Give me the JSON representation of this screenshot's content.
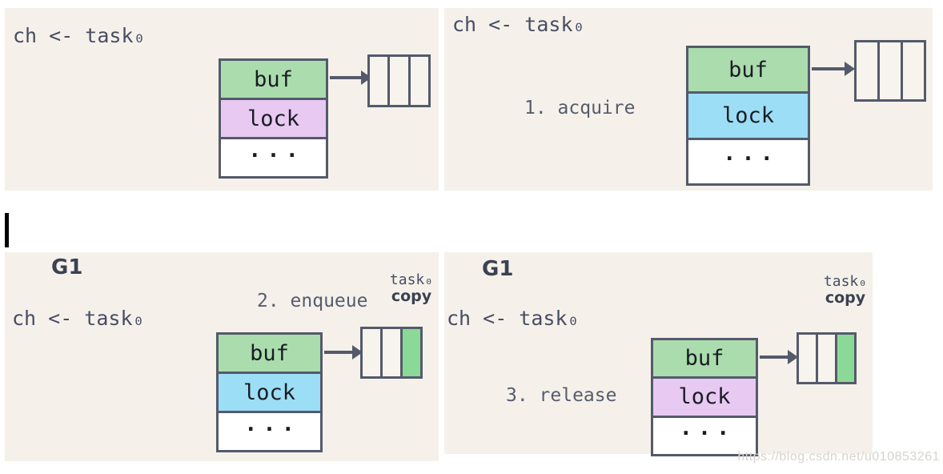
{
  "colors": {
    "page_bg": "#ffffff",
    "panel_bg": "#f5f1ea",
    "border": "#545a6b",
    "buf_green": "#abdcad",
    "lock_purple": "#e7c9f2",
    "lock_blue": "#9cdef5",
    "cell_empty": "#f7f3ed",
    "cell_filled": "#8bd996",
    "code_text": "#474d63",
    "label_text": "#565c6e",
    "heading_text": "#3a4152",
    "watermark_text": "#d7d4cf",
    "cursor": "#000000"
  },
  "watermark": {
    "text": "https://blog.csdn.net/u010853261"
  },
  "panels": [
    {
      "code": "ch <- task₀",
      "struct": {
        "rows": [
          {
            "label": "buf",
            "fill": "#abdcad"
          },
          {
            "label": "lock",
            "fill": "#e7c9f2"
          },
          {
            "label": "...",
            "fill": "#ffffff"
          }
        ]
      },
      "buffer": {
        "cells": [
          {
            "fill": "#f7f3ed"
          },
          {
            "fill": "#f7f3ed"
          },
          {
            "fill": "#f7f3ed"
          }
        ]
      }
    },
    {
      "code": "ch <- task₀",
      "step_label": "1. acquire",
      "struct": {
        "rows": [
          {
            "label": "buf",
            "fill": "#abdcad"
          },
          {
            "label": "lock",
            "fill": "#9cdef5"
          },
          {
            "label": "...",
            "fill": "#ffffff"
          }
        ]
      },
      "buffer": {
        "cells": [
          {
            "fill": "#f7f3ed"
          },
          {
            "fill": "#f7f3ed"
          },
          {
            "fill": "#f7f3ed"
          }
        ]
      }
    },
    {
      "goroutine": "G1",
      "code": "ch <- task₀",
      "step_label": "2. enqueue",
      "copy_label": {
        "line1": "task₀",
        "line2": "copy"
      },
      "struct": {
        "rows": [
          {
            "label": "buf",
            "fill": "#abdcad"
          },
          {
            "label": "lock",
            "fill": "#9cdef5"
          },
          {
            "label": "...",
            "fill": "#ffffff"
          }
        ]
      },
      "buffer": {
        "cells": [
          {
            "fill": "#f7f3ed"
          },
          {
            "fill": "#f7f3ed"
          },
          {
            "fill": "#8bd996"
          }
        ]
      }
    },
    {
      "goroutine": "G1",
      "code": "ch <- task₀",
      "step_label": "3. release",
      "copy_label": {
        "line1": "task₀",
        "line2": "copy"
      },
      "struct": {
        "rows": [
          {
            "label": "buf",
            "fill": "#abdcad"
          },
          {
            "label": "lock",
            "fill": "#e7c9f2"
          },
          {
            "label": "...",
            "fill": "#ffffff"
          }
        ]
      },
      "buffer": {
        "cells": [
          {
            "fill": "#f7f3ed"
          },
          {
            "fill": "#f7f3ed"
          },
          {
            "fill": "#8bd996"
          }
        ]
      }
    }
  ]
}
